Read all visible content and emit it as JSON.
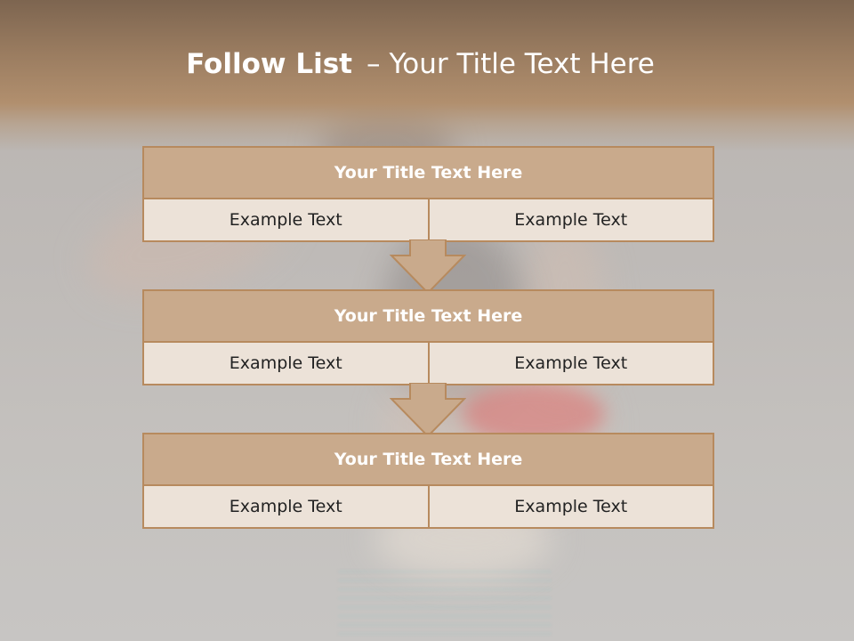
{
  "title": {
    "bold": "Follow List",
    "dash": "–",
    "rest": "Your Title Text Here"
  },
  "boxes": [
    {
      "heading": "Your Title Text Here",
      "cells": [
        "Example Text",
        "Example Text"
      ]
    },
    {
      "heading": "Your Title Text Here",
      "cells": [
        "Example Text",
        "Example Text"
      ]
    },
    {
      "heading": "Your Title Text Here",
      "cells": [
        "Example Text",
        "Example Text"
      ]
    }
  ],
  "colors": {
    "header_band": "#9a7c60",
    "box_header": "#c9aa8c",
    "box_body": "#ece2d8",
    "border": "#b78a5e",
    "title_text": "#ffffff"
  }
}
